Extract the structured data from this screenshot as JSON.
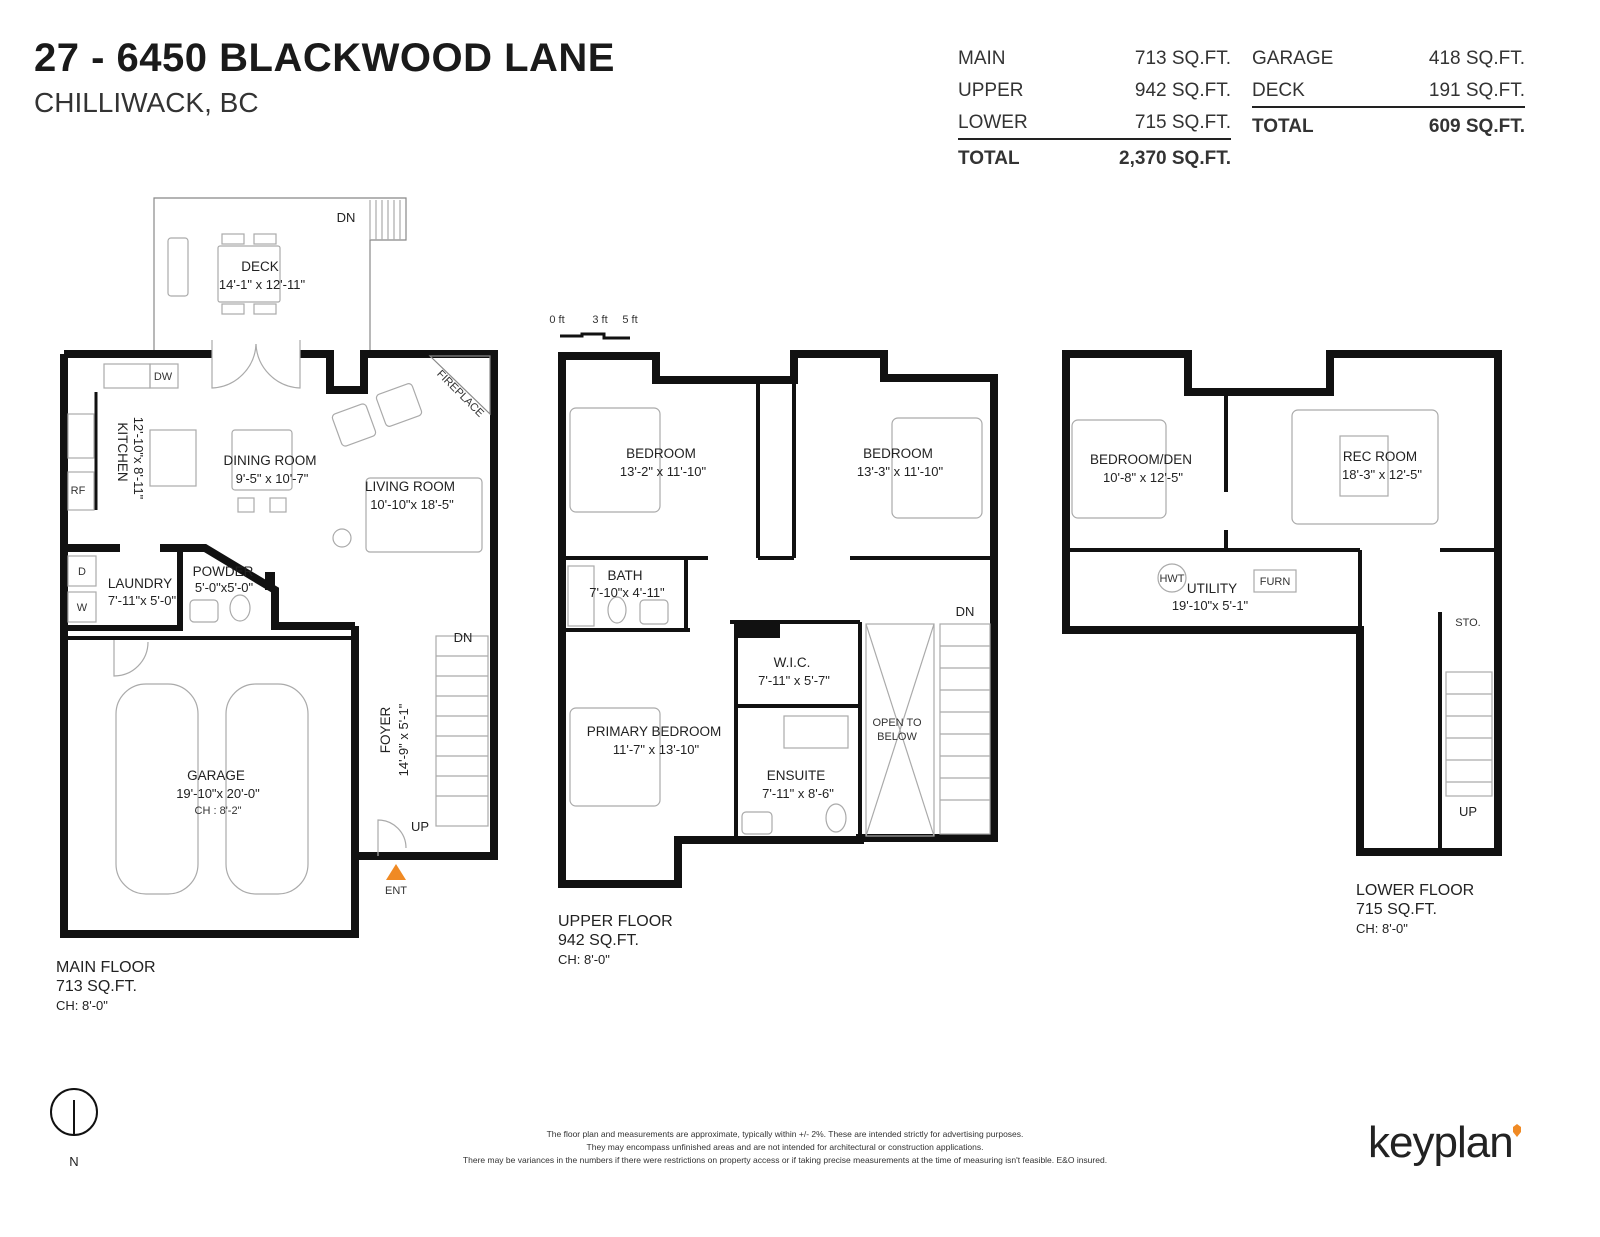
{
  "header": {
    "address": "27 - 6450 BLACKWOOD LANE",
    "city": "CHILLIWACK, BC"
  },
  "areas_left": [
    {
      "label": "MAIN",
      "value": "713 SQ.FT."
    },
    {
      "label": "UPPER",
      "value": "942 SQ.FT."
    },
    {
      "label": "LOWER",
      "value": "715 SQ.FT."
    },
    {
      "label": "TOTAL",
      "value": "2,370 SQ.FT."
    }
  ],
  "areas_right": [
    {
      "label": "GARAGE",
      "value": "418 SQ.FT."
    },
    {
      "label": "DECK",
      "value": "191 SQ.FT."
    },
    {
      "label": "TOTAL",
      "value": "609 SQ.FT."
    }
  ],
  "scale": {
    "a": "0 ft",
    "b": "3 ft",
    "c": "5 ft"
  },
  "main_floor": {
    "name": "MAIN FLOOR",
    "area": "713 SQ.FT.",
    "ceiling": "CH: 8'-0\"",
    "rooms": {
      "deck": {
        "name": "DECK",
        "dim": "14'-1\" x 12'-11\""
      },
      "kitchen": {
        "name": "KITCHEN",
        "dim": "12'-10\"x 8'-11\""
      },
      "dining": {
        "name": "DINING ROOM",
        "dim": "9'-5\" x 10'-7\""
      },
      "living": {
        "name": "LIVING ROOM",
        "dim": "10'-10\"x 18'-5\""
      },
      "laundry": {
        "name": "LAUNDRY",
        "dim": "7'-11\"x 5'-0\""
      },
      "powder": {
        "name": "POWDER",
        "dim": "5'-0\"x5'-0\""
      },
      "garage": {
        "name": "GARAGE",
        "dim": "19'-10\"x 20'-0\"",
        "ch": "CH : 8'-2\""
      },
      "foyer": {
        "name": "FOYER",
        "dim": "14'-9\" x 5'-1\""
      }
    },
    "labels": {
      "dw": "DW",
      "rf": "RF",
      "d": "D",
      "w": "W",
      "dn_deck": "DN",
      "dn": "DN",
      "up": "UP",
      "ent": "ENT",
      "fireplace": "FIREPLACE"
    }
  },
  "upper_floor": {
    "name": "UPPER FLOOR",
    "area": "942 SQ.FT.",
    "ceiling": "CH: 8'-0\"",
    "rooms": {
      "bed1": {
        "name": "BEDROOM",
        "dim": "13'-2\" x 11'-10\""
      },
      "bed2": {
        "name": "BEDROOM",
        "dim": "13'-3\" x 11'-10\""
      },
      "bath": {
        "name": "BATH",
        "dim": "7'-10\"x 4'-11\""
      },
      "wic": {
        "name": "W.I.C.",
        "dim": "7'-11\" x 5'-7\""
      },
      "primary": {
        "name": "PRIMARY BEDROOM",
        "dim": "11'-7\" x 13'-10\""
      },
      "ensuite": {
        "name": "ENSUITE",
        "dim": "7'-11\" x 8'-6\""
      },
      "open1": "OPEN TO",
      "open2": "BELOW"
    },
    "labels": {
      "dn": "DN"
    }
  },
  "lower_floor": {
    "name": "LOWER FLOOR",
    "area": "715 SQ.FT.",
    "ceiling": "CH: 8'-0\"",
    "rooms": {
      "den": {
        "name": "BEDROOM/DEN",
        "dim": "10'-8\" x 12'-5\""
      },
      "rec": {
        "name": "REC ROOM",
        "dim": "18'-3\" x 12'-5\""
      },
      "utility": {
        "name": "UTILITY",
        "dim": "19'-10\"x 5'-1\""
      }
    },
    "labels": {
      "hwt": "HWT",
      "furn": "FURN",
      "sto": "STO.",
      "up": "UP"
    }
  },
  "compass": {
    "n": "N"
  },
  "disclaimer": [
    "The floor plan and measurements are approximate, typically within +/- 2%. These are intended strictly for advertising purposes.",
    "They may encompass unfinished areas and are not intended for architectural or construction applications.",
    "There may be variances in the numbers if there were restrictions on property access or if taking precise measurements at the time of measuring isn't feasible. E&O insured."
  ],
  "brand": {
    "name": "keyplan",
    "accent": "#f08a24"
  }
}
